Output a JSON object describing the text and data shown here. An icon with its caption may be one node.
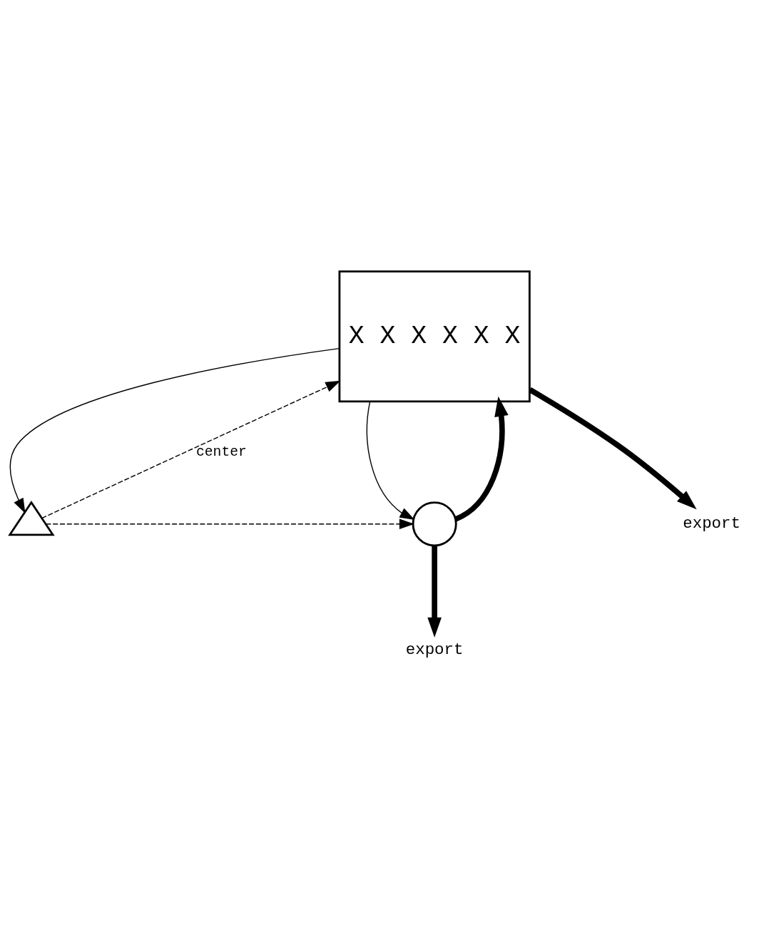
{
  "diagram": {
    "nodes": [
      {
        "text": [
          "X X X X X X"
        ]
      },
      {
        "text": [],
        "shape": "circle"
      },
      {
        "text": [],
        "shape": "triangle"
      },
      {
        "text": [
          "export"
        ]
      },
      {
        "text": [
          "export"
        ]
      }
    ],
    "edges": [
      {
        "from": 0,
        "to": 3,
        "arrow": "to",
        "style": "thick"
      },
      {
        "from": 1,
        "to": 0,
        "arrow": "to",
        "style": "thick"
      },
      {
        "from": 0,
        "to": 1,
        "arrow": "to"
      },
      {
        "from": 0,
        "to": 2,
        "arrow": "to"
      },
      {
        "from": 2,
        "to": 0,
        "arrow": "to",
        "style": "dashed",
        "label": "center"
      },
      {
        "from": 2,
        "to": 1,
        "arrow": "to",
        "style": "dashed"
      },
      {
        "from": 1,
        "to": 4,
        "arrow": "to",
        "style": "thick"
      }
    ]
  }
}
